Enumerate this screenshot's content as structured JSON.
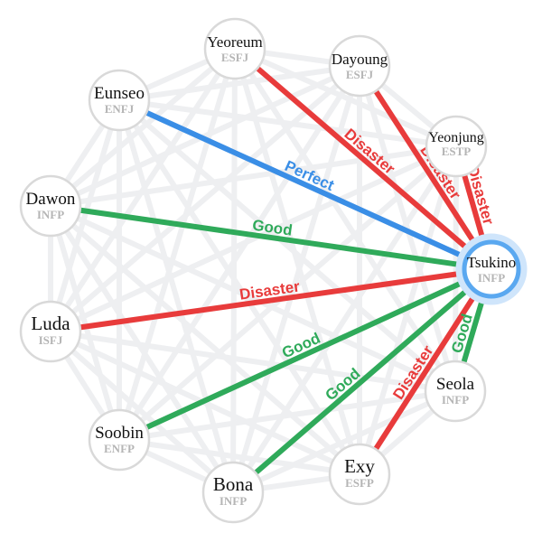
{
  "palette": {
    "Perfect": "#3a8ee6",
    "Good": "#2faa5a",
    "Disaster": "#e83b3b",
    "background_edge": "#eeeff1",
    "node_border": "#d9d9d9",
    "center_border": "#5aa8f0"
  },
  "center": "Tsukino",
  "nodes": [
    {
      "id": "Yeoreum",
      "type": "ESFJ"
    },
    {
      "id": "Dayoung",
      "type": "ESFJ"
    },
    {
      "id": "Yeonjung",
      "type": "ESTP"
    },
    {
      "id": "Tsukino",
      "type": "INFP"
    },
    {
      "id": "Seola",
      "type": "INFP"
    },
    {
      "id": "Exy",
      "type": "ESFP"
    },
    {
      "id": "Bona",
      "type": "INFP"
    },
    {
      "id": "Soobin",
      "type": "ENFP"
    },
    {
      "id": "Luda",
      "type": "ISFJ"
    },
    {
      "id": "Dawon",
      "type": "INFP"
    },
    {
      "id": "Eunseo",
      "type": "ENFJ"
    }
  ],
  "relations": [
    {
      "to": "Yeoreum",
      "label": "Disaster"
    },
    {
      "to": "Dayoung",
      "label": "Disaster"
    },
    {
      "to": "Yeonjung",
      "label": "Disaster"
    },
    {
      "to": "Seola",
      "label": "Good"
    },
    {
      "to": "Exy",
      "label": "Disaster"
    },
    {
      "to": "Bona",
      "label": "Good"
    },
    {
      "to": "Soobin",
      "label": "Good"
    },
    {
      "to": "Luda",
      "label": "Disaster"
    },
    {
      "to": "Dawon",
      "label": "Good"
    },
    {
      "to": "Eunseo",
      "label": "Perfect"
    }
  ]
}
